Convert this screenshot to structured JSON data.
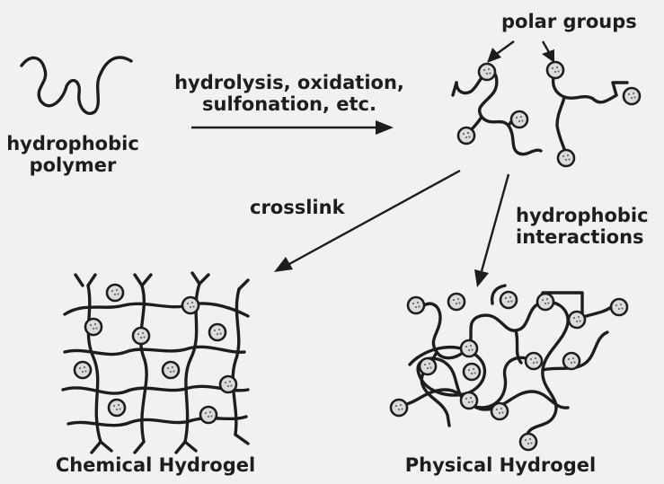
{
  "labels": {
    "hydrophobic_polymer_line1": "hydrophobic",
    "hydrophobic_polymer_line2": "polymer",
    "reaction_line1": "hydrolysis, oxidation,",
    "reaction_line2": "sulfonation, etc.",
    "polar_groups": "polar groups",
    "crosslink": "crosslink",
    "hydrophobic_interactions_line1": "hydrophobic",
    "hydrophobic_interactions_line2": "interactions",
    "chemical_hydrogel": "Chemical Hydrogel",
    "physical_hydrogel": "Physical Hydrogel"
  },
  "colors": {
    "ink": "#1d1d1d",
    "background": "#f1f1ef",
    "bead_fill": "#dcdcda"
  }
}
